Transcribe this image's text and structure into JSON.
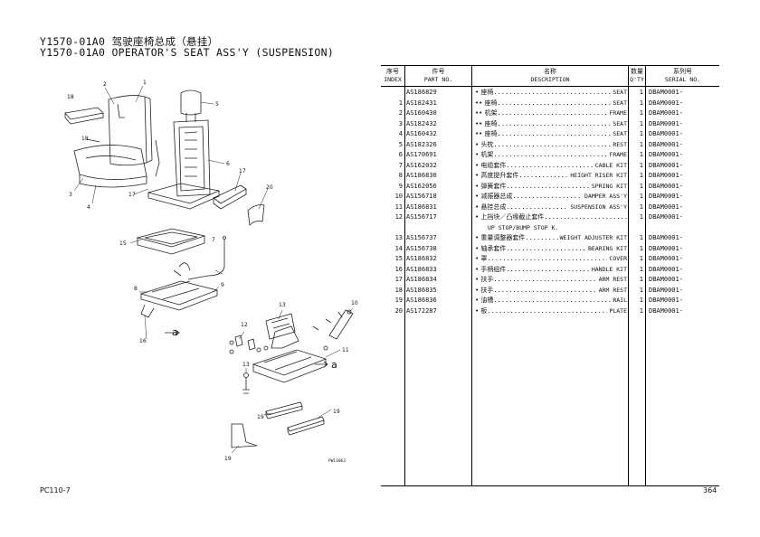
{
  "title_line1": "Y1570-01A0 驾驶座椅总成（悬挂）",
  "title_line2": "Y1570-01A0 OPERATOR'S SEAT ASS'Y (SUSPENSION)",
  "headers": {
    "index_cn": "序号",
    "index_en": "INDEX",
    "part_cn": "件号",
    "part_en": "PART NO.",
    "desc_cn": "名称",
    "desc_en": "DESCRIPTION",
    "qty_cn": "数量",
    "qty_en": "Q'TY",
    "serial_cn": "系列号",
    "serial_en": "SERIAL NO."
  },
  "rows": [
    {
      "index": "",
      "part": "AS186829",
      "desc_cn": "• 座椅",
      "desc_en": "SEAT",
      "qty": "1",
      "serial": "DBAM0001-"
    },
    {
      "index": "1",
      "part": "AS182431",
      "desc_cn": "•• 座椅",
      "desc_en": "SEAT",
      "qty": "1",
      "serial": "DBAM0001-"
    },
    {
      "index": "2",
      "part": "AS160430",
      "desc_cn": "•• 机架",
      "desc_en": "FRAME",
      "qty": "1",
      "serial": "DBAM0001-"
    },
    {
      "index": "3",
      "part": "AS182432",
      "desc_cn": "•• 座椅",
      "desc_en": "SEAT",
      "qty": "1",
      "serial": "DBAM0001-"
    },
    {
      "index": "4",
      "part": "AS160432",
      "desc_cn": "•• 座椅",
      "desc_en": "SEAT",
      "qty": "1",
      "serial": "DBAM0001-"
    },
    {
      "index": "5",
      "part": "AS182326",
      "desc_cn": "• 头枕",
      "desc_en": "REST",
      "qty": "1",
      "serial": "DBAM0001-"
    },
    {
      "index": "6",
      "part": "AS170691",
      "desc_cn": "• 机架",
      "desc_en": "FRAME",
      "qty": "1",
      "serial": "DBAM0001-"
    },
    {
      "index": "7",
      "part": "AS162032",
      "desc_cn": "• 电缆套件",
      "desc_en": "CABLE KIT",
      "qty": "1",
      "serial": "DBAM0001-"
    },
    {
      "index": "8",
      "part": "AS186830",
      "desc_cn": "• 高度提升套件",
      "desc_en": "HEIGHT RISER KIT",
      "qty": "1",
      "serial": "DBAM0001-"
    },
    {
      "index": "9",
      "part": "AS162056",
      "desc_cn": "• 弹簧套件",
      "desc_en": "SPRING KIT",
      "qty": "1",
      "serial": "DBAM0001-"
    },
    {
      "index": "10",
      "part": "AS156718",
      "desc_cn": "• 减振器总成",
      "desc_en": "DAMPER ASS'Y",
      "qty": "1",
      "serial": "DBAM0001-"
    },
    {
      "index": "11",
      "part": "AS186831",
      "desc_cn": "• 悬挂总成",
      "desc_en": "SUSPENSION ASS'Y",
      "qty": "1",
      "serial": "DBAM0001-"
    },
    {
      "index": "12",
      "part": "AS156717",
      "desc_cn": "• 上挡块／凸缘截止套件",
      "desc_en": "",
      "desc_en2": "UP STOP/BUMP STOP K.",
      "qty": "1",
      "serial": "DBAM0001-"
    },
    {
      "index": "13",
      "part": "AS156737",
      "desc_cn": "• 重量调整器套件",
      "desc_en": "WEIGHT ADJUSTER KIT",
      "qty": "1",
      "serial": "DBAM0001-"
    },
    {
      "index": "14",
      "part": "AS156738",
      "desc_cn": "• 轴承套件",
      "desc_en": "BEARING KIT",
      "qty": "1",
      "serial": "DBAM0001-"
    },
    {
      "index": "15",
      "part": "AS186832",
      "desc_cn": "• 罩",
      "desc_en": "COVER",
      "qty": "1",
      "serial": "DBAM0001-"
    },
    {
      "index": "16",
      "part": "AS186833",
      "desc_cn": "• 手柄组件",
      "desc_en": "HANDLE KIT",
      "qty": "1",
      "serial": "DBAM0001-"
    },
    {
      "index": "17",
      "part": "AS186834",
      "desc_cn": "• 扶手",
      "desc_en": "ARM REST",
      "qty": "1",
      "serial": "DBAM0001-"
    },
    {
      "index": "18",
      "part": "AS186835",
      "desc_cn": "• 扶手",
      "desc_en": "ARM REST",
      "qty": "1",
      "serial": "DBAM0001-"
    },
    {
      "index": "19",
      "part": "AS186836",
      "desc_cn": "• 油槽",
      "desc_en": "RAIL",
      "qty": "1",
      "serial": "DBAM0001-"
    },
    {
      "index": "20",
      "part": "AS172287",
      "desc_cn": "• 板",
      "desc_en": "PLATE",
      "qty": "1",
      "serial": "DBAM0001-"
    }
  ],
  "callouts": {
    "c1": "1",
    "c2": "2",
    "c3": "3",
    "c4": "4",
    "c5": "5",
    "c6": "6",
    "c7": "7",
    "c8": "8",
    "c9": "9",
    "c10": "10",
    "c11": "11",
    "c12": "12",
    "c13": "13",
    "c15": "15",
    "c16": "16",
    "c17a": "17",
    "c17b": "17",
    "c18a": "18",
    "c18b": "18",
    "c19a": "19",
    "c19b": "19",
    "c19c": "19",
    "c20": "20",
    "a1": "a",
    "a2": "a"
  },
  "drawing_code": "PW11063",
  "footer_model": "PC110-7",
  "footer_page": "364"
}
